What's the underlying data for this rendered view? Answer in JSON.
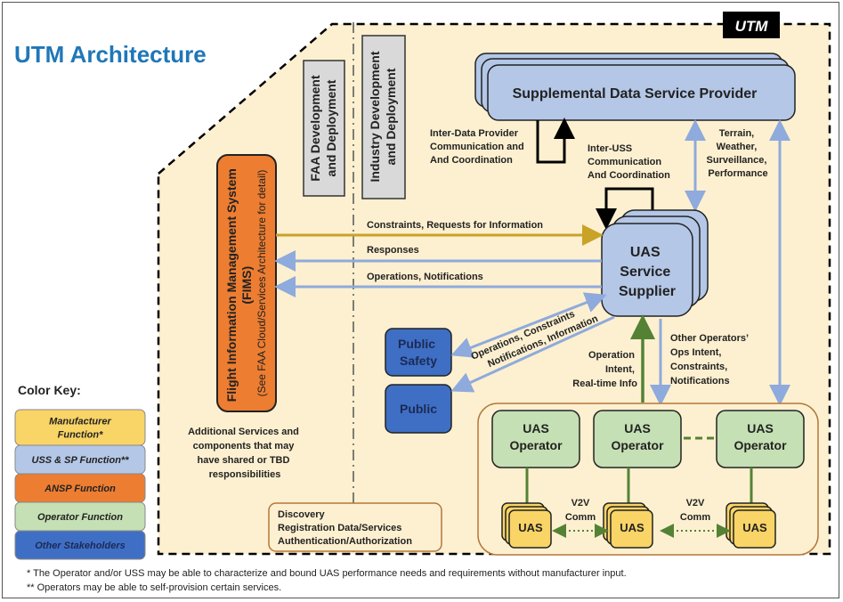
{
  "title": "UTM Architecture",
  "utm_badge": "UTM",
  "colors": {
    "title": "#1f77b8",
    "utm_bg": "#fdf0d0",
    "manufacturer": "#f9d466",
    "uss_sp": "#b4c7e7",
    "ansp": "#ed7d31",
    "operator": "#c5e0b4",
    "other": "#3f6fc4",
    "arrow_gold": "#c9a227",
    "arrow_blue": "#8faadc",
    "arrow_green": "#548235"
  },
  "domains": {
    "faa": [
      "FAA Development",
      "and Deployment"
    ],
    "industry": [
      "Industry Development",
      "and Deployment"
    ]
  },
  "fims": {
    "line1": "Flight Information Management System",
    "line2": "(FIMS)",
    "line3": "(See FAA Cloud/Services Architecture for detail)"
  },
  "sdsp": {
    "label": "Supplemental Data Service Provider"
  },
  "uss": {
    "lines": [
      "UAS",
      "Service",
      "Supplier"
    ]
  },
  "stakeholders": {
    "public_safety": [
      "Public",
      "Safety"
    ],
    "public": "Public"
  },
  "operators": [
    {
      "lines": [
        "UAS",
        "Operator"
      ],
      "uas": "UAS"
    },
    {
      "lines": [
        "UAS",
        "Operator"
      ],
      "uas": "UAS"
    },
    {
      "lines": [
        "UAS",
        "Operator"
      ],
      "uas": "UAS"
    }
  ],
  "labels": {
    "inter_data": [
      "Inter-Data Provider",
      "Communication and",
      "And Coordination"
    ],
    "inter_uss": [
      "Inter-USS",
      "Communication",
      "And Coordination"
    ],
    "terrain": [
      "Terrain,",
      "Weather,",
      "Surveillance,",
      "Performance"
    ],
    "constraints_rfi": "Constraints, Requests for Information",
    "responses": "Responses",
    "ops_notifications": "Operations, Notifications",
    "ops_constraints": [
      "Operations, Constraints",
      "Notifications, Information"
    ],
    "op_intent": [
      "Operation",
      "Intent,",
      "Real-time Info"
    ],
    "other_ops": [
      "Other Operators’",
      "Ops Intent,",
      "Constraints,",
      "Notifications"
    ],
    "v2v": [
      "V2V",
      "Comm"
    ],
    "additional": [
      "Additional Services and",
      "components that may",
      "have shared or TBD",
      "responsibilities"
    ],
    "discovery": [
      "Discovery",
      "Registration Data/Services",
      "Authentication/Authorization"
    ]
  },
  "color_key": {
    "title": "Color Key:",
    "items": [
      {
        "label": [
          "Manufacturer",
          "Function*"
        ],
        "color": "#f9d466"
      },
      {
        "label": [
          "USS & SP Function**"
        ],
        "color": "#b4c7e7"
      },
      {
        "label": [
          "ANSP Function"
        ],
        "color": "#ed7d31"
      },
      {
        "label": [
          "Operator Function"
        ],
        "color": "#c5e0b4"
      },
      {
        "label": [
          "Other Stakeholders"
        ],
        "color": "#3f6fc4"
      }
    ]
  },
  "footnotes": [
    "*  The Operator and/or USS may be able to characterize and bound UAS performance needs and requirements without manufacturer input.",
    "** Operators may be able to self-provision certain services."
  ]
}
